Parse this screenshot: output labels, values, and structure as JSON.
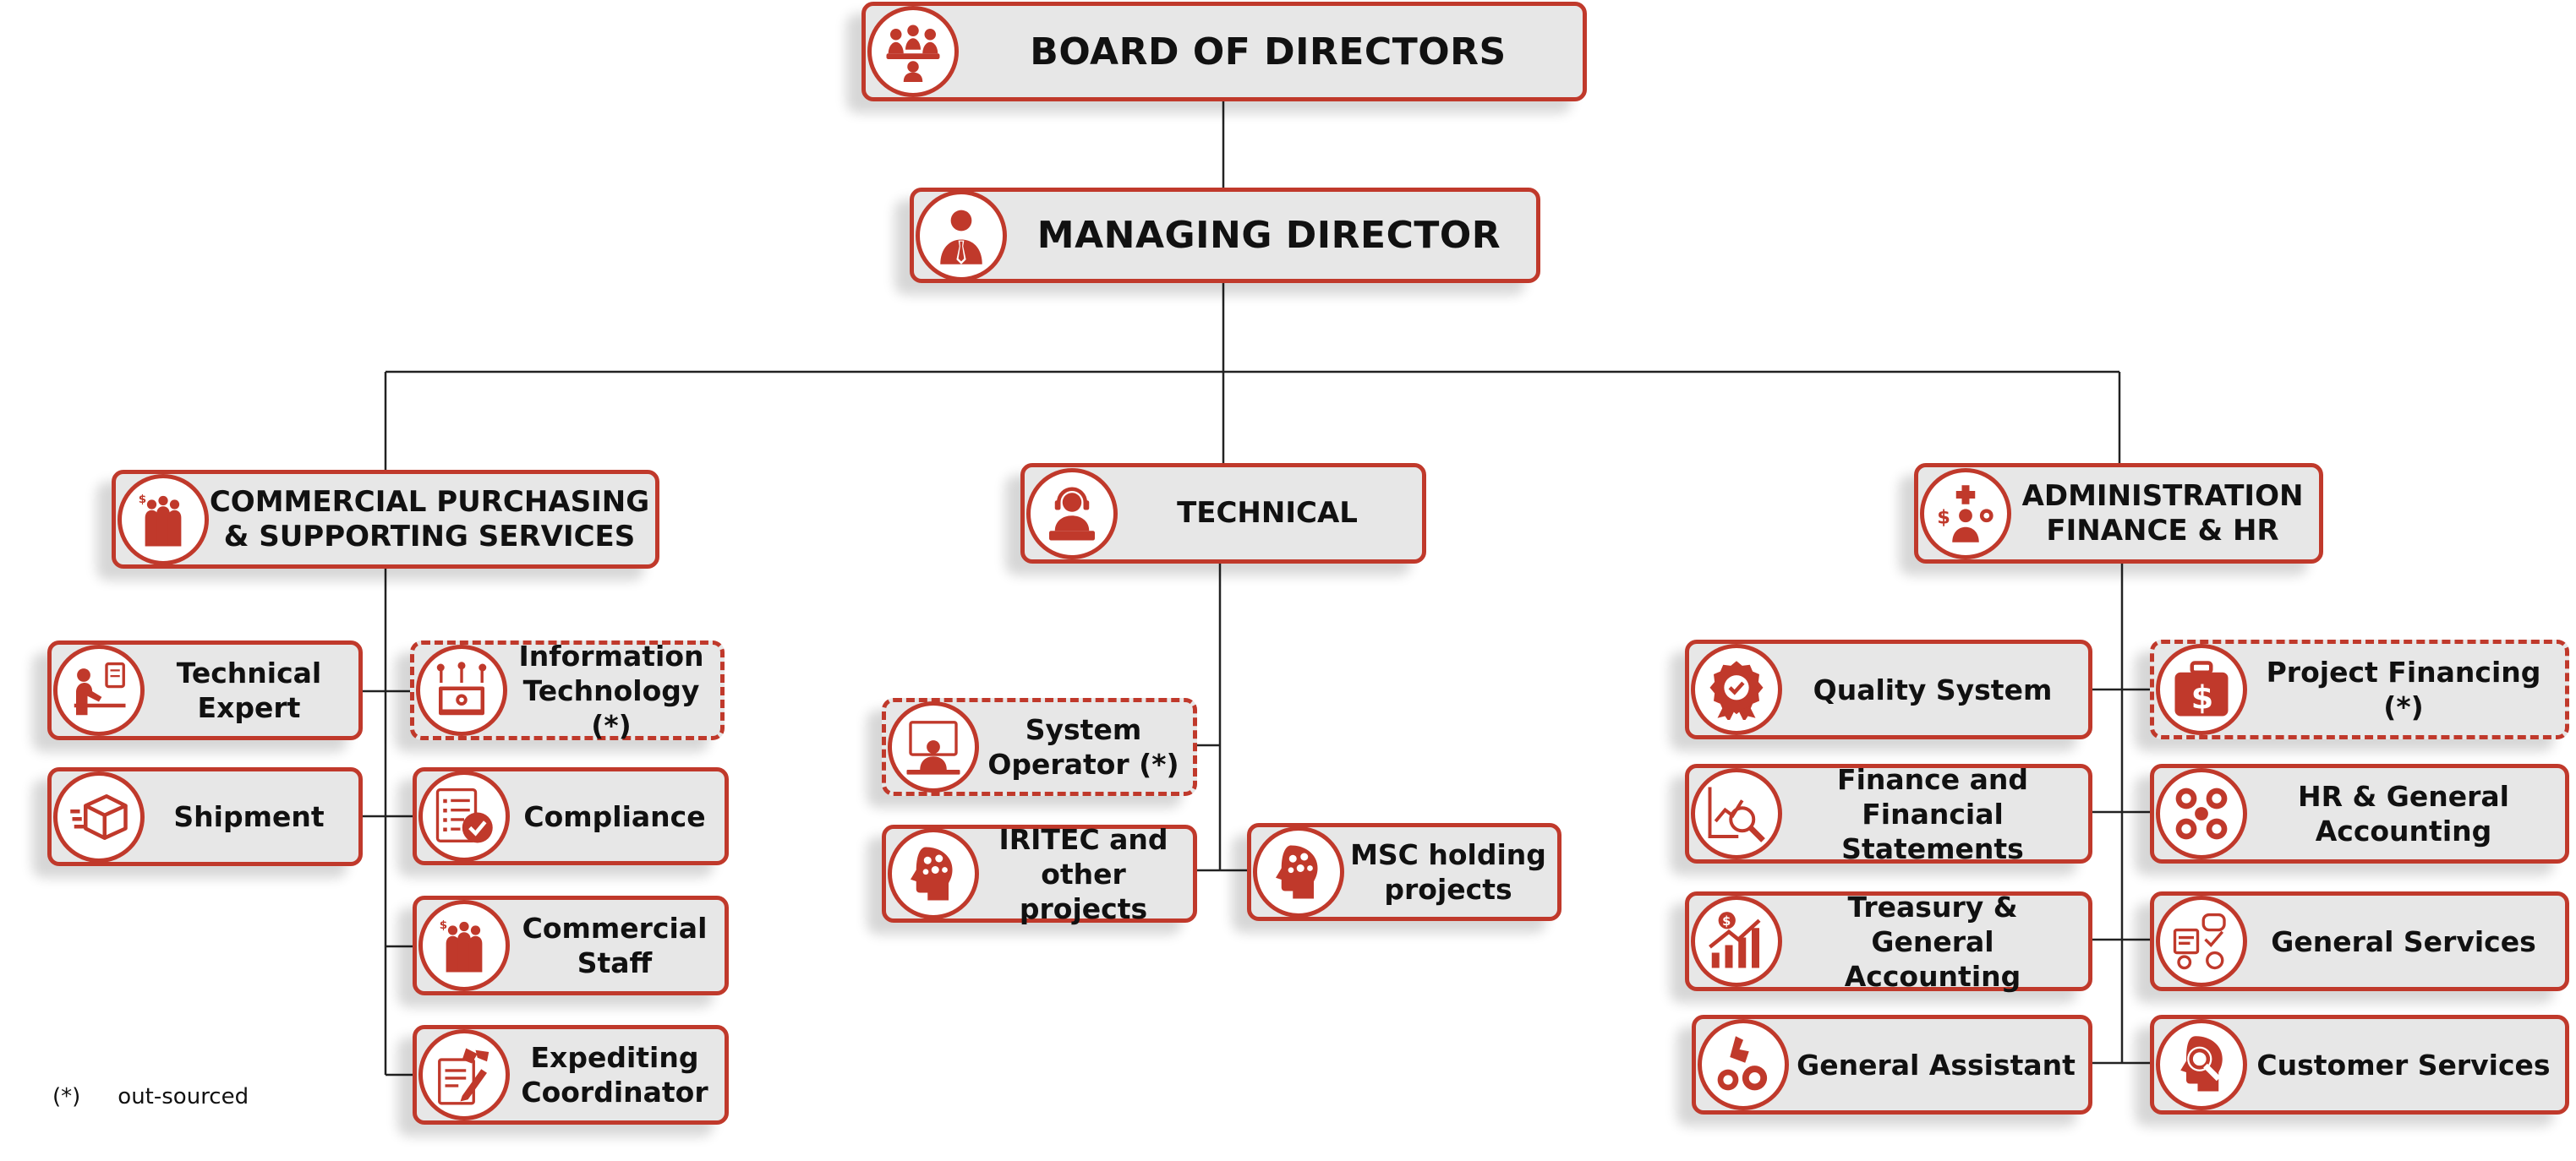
{
  "colors": {
    "accent": "#c0392b",
    "box_fill": "#e7e7e7",
    "line": "#222222"
  },
  "nodes": {
    "board": {
      "label": "BOARD OF DIRECTORS",
      "icon": "boardroom-icon"
    },
    "md": {
      "label": "MANAGING DIRECTOR",
      "icon": "businessman-icon"
    },
    "commercial": {
      "label": "COMMERCIAL PURCHASING\n& SUPPORTING SERVICES",
      "icon": "team-money-icon"
    },
    "technical": {
      "label": "TECHNICAL",
      "icon": "support-agent-icon"
    },
    "admin": {
      "label": "ADMINISTRATION\nFINANCE & HR",
      "icon": "finance-medical-icon"
    },
    "tech_expert": {
      "label": "Technical\nExpert",
      "icon": "desk-worker-icon"
    },
    "info_tech": {
      "label": "Information\nTechnology (*)",
      "icon": "computer-network-icon"
    },
    "shipment": {
      "label": "Shipment",
      "icon": "package-icon"
    },
    "compliance": {
      "label": "Compliance",
      "icon": "checklist-icon"
    },
    "commercial_staff": {
      "label": "Commercial\nStaff",
      "icon": "team-money-icon"
    },
    "expediting": {
      "label": "Expediting\nCoordinator",
      "icon": "document-sign-icon"
    },
    "system_operator": {
      "label": "System\nOperator (*)",
      "icon": "monitor-operator-icon"
    },
    "iritec": {
      "label": "IRITEC and\nother projects",
      "icon": "brain-gears-icon"
    },
    "msc": {
      "label": "MSC holding\nprojects",
      "icon": "brain-gears-icon"
    },
    "quality": {
      "label": "Quality System",
      "icon": "quality-badge-icon"
    },
    "project_financing": {
      "label": "Project Financing (*)",
      "icon": "money-bag-icon"
    },
    "finance_statements": {
      "label": "Finance and\nFinancial Statements",
      "icon": "chart-magnifier-icon"
    },
    "hr_accounting": {
      "label": "HR & General\nAccounting",
      "icon": "people-gears-icon"
    },
    "treasury": {
      "label": "Treasury & General\nAccounting",
      "icon": "growth-chart-icon"
    },
    "general_services": {
      "label": "General Services",
      "icon": "services-icon"
    },
    "general_assistant": {
      "label": "General Assistant",
      "icon": "hand-gears-icon"
    },
    "customer_services": {
      "label": "Customer Services",
      "icon": "head-search-icon"
    }
  },
  "legend": {
    "marker": "(*)",
    "text": "out-sourced"
  }
}
